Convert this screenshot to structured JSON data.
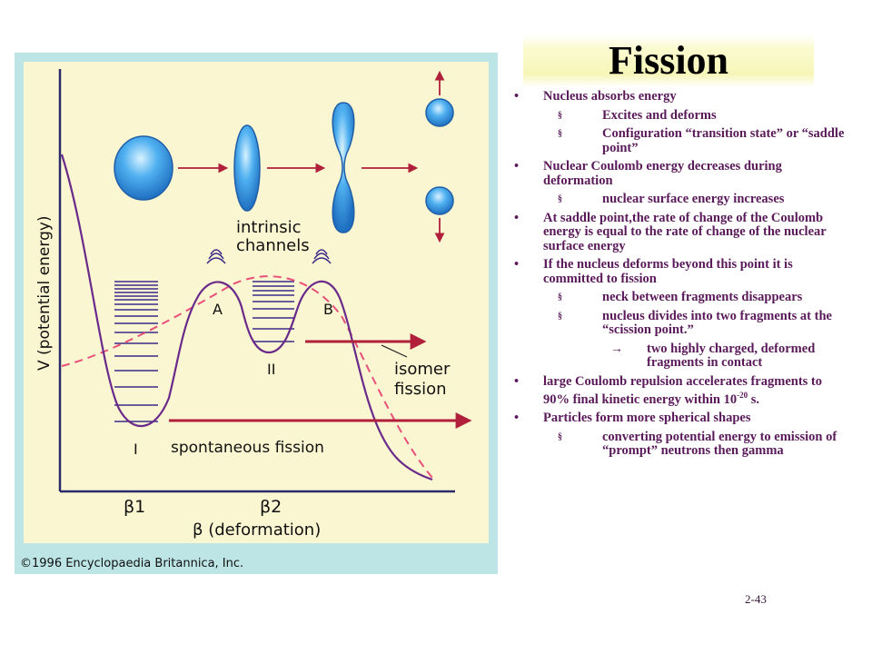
{
  "title": "Fission",
  "page_number": "2-43",
  "figure": {
    "intrinsic_label": [
      "intrinsic",
      "channels"
    ],
    "y_axis_label": "V (potential energy)",
    "x_axis_label": "β (deformation)",
    "beta1": "β1",
    "beta2": "β2",
    "well_I": "I",
    "well_II": "II",
    "barrier_A": "A",
    "barrier_B": "B",
    "isomer_fission": [
      "isomer",
      "fission"
    ],
    "spontaneous_fission": "spontaneous fission",
    "copyright": "©1996 Encyclopaedia Britannica, Inc.",
    "colors": {
      "frame": "#bde5e5",
      "panel": "#fbf6d2",
      "barrier_curve": "#6a2a8a",
      "dashed_curve": "#e8507a",
      "arrows": "#b0203a",
      "levels": "#3a2a8a",
      "nucleus": "#3a9ee8"
    }
  },
  "bullets": [
    {
      "level": 1,
      "marker": "•",
      "text": "Nucleus absorbs energy"
    },
    {
      "level": 2,
      "marker": "§",
      "text": "Excites and deforms"
    },
    {
      "level": 2,
      "marker": "§",
      "text": "Configuration “transition state” or “saddle point”"
    },
    {
      "level": 1,
      "marker": "•",
      "text": "Nuclear Coulomb energy decreases during deformation"
    },
    {
      "level": 2,
      "marker": "§",
      "text": "nuclear surface energy increases"
    },
    {
      "level": 1,
      "marker": "•",
      "text": "At saddle point,the rate of change of the Coulomb energy is equal to the rate of change of the nuclear surface energy"
    },
    {
      "level": 1,
      "marker": "•",
      "text": "If the nucleus deforms beyond this point it is committed to fission"
    },
    {
      "level": 2,
      "marker": "§",
      "text": "neck between fragments disappears"
    },
    {
      "level": 2,
      "marker": "§",
      "text": "nucleus divides into two fragments at the “scission point.”"
    },
    {
      "level": 3,
      "marker": "→",
      "text": "two highly charged, deformed fragments in contact"
    },
    {
      "level": 1,
      "marker": "•",
      "text": "large Coulomb repulsion accelerates fragments to 90% final kinetic energy within 10",
      "sup": "-20",
      "suffix": " s."
    },
    {
      "level": 1,
      "marker": "•",
      "text": "Particles form more spherical shapes"
    },
    {
      "level": 2,
      "marker": "§",
      "text": "converting potential energy to emission of “prompt” neutrons then gamma"
    }
  ]
}
